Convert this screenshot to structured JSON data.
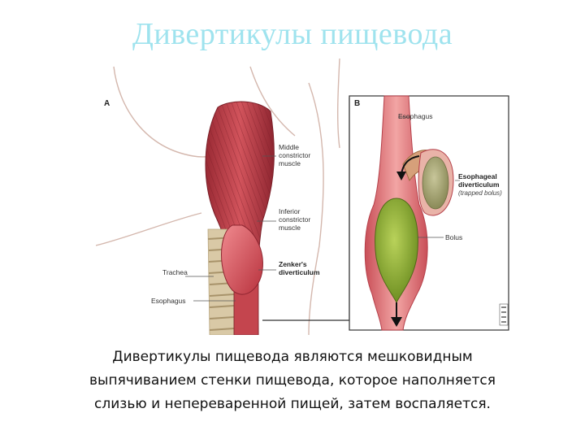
{
  "slide": {
    "title": "Дивертикулы пищевода",
    "caption_lines": [
      "Дивертикулы пищевода являются мешковидным",
      "выпячиванием стенки пищевода, которое наполняется",
      "слизью и непереваренной пищей, затем воспаляется."
    ]
  },
  "figure": {
    "panel_a": {
      "letter": "A",
      "labels": {
        "middle_constrictor": [
          "Middle",
          "constrictor",
          "muscle"
        ],
        "inferior_constrictor": [
          "Inferior",
          "constrictor",
          "muscle"
        ],
        "zenker": [
          "Zenker's",
          "diverticulum"
        ],
        "trachea": "Trachea",
        "esophagus": "Esophagus"
      }
    },
    "panel_b": {
      "letter": "B",
      "labels": {
        "esophagus": "Esophagus",
        "esophageal_diverticulum": [
          "Esophageal",
          "diverticulum"
        ],
        "trapped_bolus": "(trapped bolus)",
        "bolus": "Bolus"
      }
    },
    "colors": {
      "muscle": "#c0404a",
      "muscle_dark": "#8e2530",
      "esophagus_pink": "#e07f86",
      "bolus_green": "#8fae3a",
      "trapped_bolus": "#a8a77a",
      "trachea_bone": "#d9c9a6",
      "outline": "#d4b7ad"
    }
  }
}
